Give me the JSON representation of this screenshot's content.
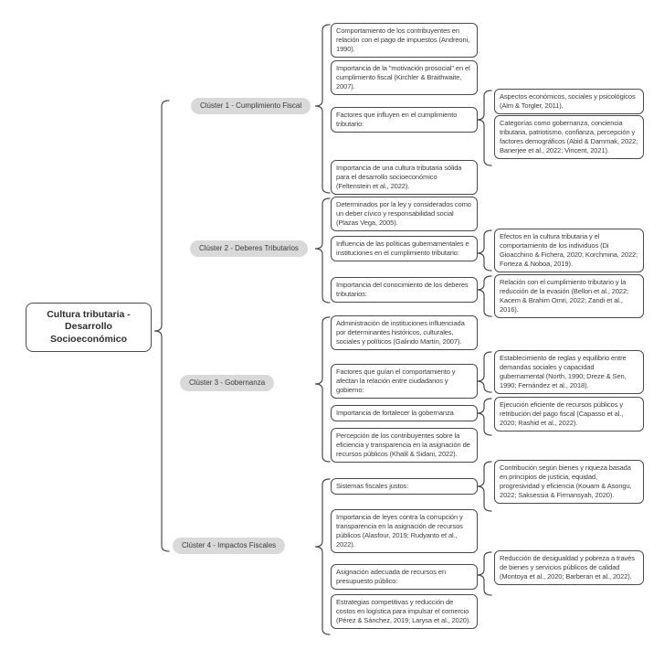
{
  "root": {
    "label": "Cultura tributaria -\nDesarrollo\nSocioeconómico"
  },
  "colors": {
    "background": "#ffffff",
    "box_border": "#4b4b4b",
    "pill_background": "#d9d9d9",
    "text": "#3c3c3c"
  },
  "clusters": [
    {
      "label": "Clúster 1 - Cumplimiento Fiscal",
      "notes": [
        {
          "text": "Comportamiento de los contribuyentes en relación con el pago de impuestos (Andreoni, 1990)."
        },
        {
          "text": "Importancia de la \"motivación prosocial\" en el cumplimiento fiscal (Kirchler & Braithwaite, 2007)."
        },
        {
          "text": "Factores que influyen en el cumplimiento tributario:",
          "children": [
            {
              "text": "Aspectos económicos, sociales y psicológicos (Alm & Torgler, 2011)."
            },
            {
              "text": "Categorías como gobernanza, conciencia tributaria, patriotismo, confianza, percepción y factores demográficos (Abid & Dammak, 2022; Banerjee et al., 2022; Vincent, 2021)."
            }
          ]
        },
        {
          "text": "Importancia de una cultura tributaria sólida para el desarrollo socioeconómico (Feltenstein et al., 2022)."
        }
      ]
    },
    {
      "label": "Clúster 2 - Deberes Tributarios",
      "notes": [
        {
          "text": "Determinados por la ley y considerados como un deber cívico y responsabilidad social (Plazas Vega, 2005)."
        },
        {
          "text": "Influencia de las políticas gubernamentales e instituciones en el cumplimiento tributario:",
          "children": [
            {
              "text": "Efectos en la cultura tributaria y el comportamiento de los individuos (Di Gioacchino & Fichera, 2020; Korchmina, 2022; Forteza & Noboa, 2019)."
            }
          ]
        },
        {
          "text": "Importancia del conocimiento de los deberes tributarios:",
          "children": [
            {
              "text": "Relación con el cumplimiento tributario y la reducción de la evasión (Bellon et al., 2022; Kacem & Brahim Omri, 2022; Zandi et al., 2016)."
            }
          ]
        }
      ]
    },
    {
      "label": "Clúster 3 - Gobernanza",
      "notes": [
        {
          "text": "Administración de instituciones influenciada por determinantes históricos, culturales, sociales y políticos (Galindo Martín, 2007)."
        },
        {
          "text": "Factores que guían el comportamiento y afectan la relación entre ciudadanos y gobierno:",
          "children": [
            {
              "text": "Establecimiento de reglas y equilibrio entre demandas sociales y capacidad gubernamental (North, 1990; Dreze & Sen, 1990; Fernández et al., 2018)."
            }
          ]
        },
        {
          "text": "Importancia de fortalecer la gobernanza",
          "children": [
            {
              "text": "Ejecución eficiente de recursos públicos y retribución del pago fiscal (Capasso et al., 2020; Rashid et al., 2022)."
            }
          ]
        },
        {
          "text": "Percepción de los contribuyentes sobre la eficiencia y transparencia en la asignación de recursos públicos (Khalil & Sidani, 2022)."
        }
      ]
    },
    {
      "label": "Clúster 4 - Impactos Fiscales",
      "notes": [
        {
          "text": "Sistemas fiscales justos:",
          "children": [
            {
              "text": "Contribución según bienes y riqueza basada en principios de justicia, equidad, progresividad y eficiencia (Kouam & Asongu, 2022; Saksessia & Firmansyah, 2020)."
            }
          ]
        },
        {
          "text": "Importancia de leyes contra la corrupción y transparencia en la asignación de recursos públicos (Alasfour, 2019; Rudyanto et al., 2022)."
        },
        {
          "text": "Asignación adecuada de recursos en presupuesto público:",
          "children": [
            {
              "text": "Reducción de desigualdad y pobreza a través de bienes y servicios públicos de calidad (Montoya et al., 2020; Barberan et al., 2022)."
            }
          ]
        },
        {
          "text": "Estrategias competitivas y reducción de costos en logística para impulsar el comercio (Pérez & Sánchez, 2019; Larysa et al., 2020)."
        }
      ]
    }
  ]
}
